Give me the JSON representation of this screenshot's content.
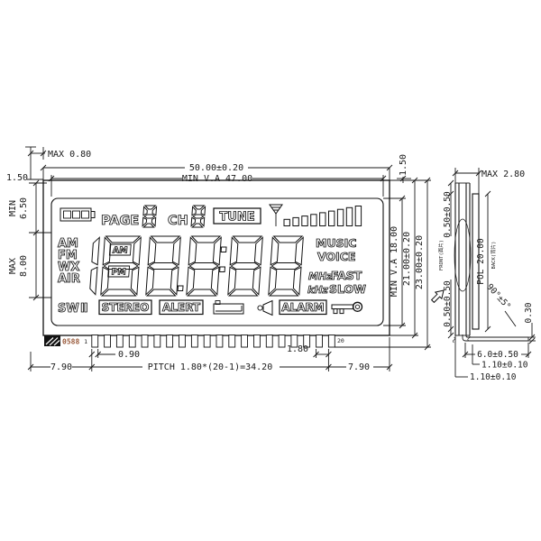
{
  "main": {
    "dim_max080": "MAX 0.80",
    "dim_width": "50.00±0.20",
    "dim_va_width": "MIN V.A 47.00",
    "dim_left150": "1.50",
    "dim_right150": "1.50",
    "dim_min_label": "MIN",
    "dim_min_val": "6.50",
    "dim_max_label": "MAX",
    "dim_max_val": "8.00",
    "dim_va_height": "MIN V.A 18.00",
    "dim_height": "21.00±0.20",
    "dim_height_total": "23.00±0.20",
    "dim_pin_width": "0.90",
    "dim_pin_pitch": "1.80",
    "dim_pitch_formula": "PITCH 1.80*(20-1)=34.20",
    "dim_margin_left": "7.90",
    "dim_margin_right": "7.90",
    "pin_first": "1",
    "pin_last": "20",
    "pin_count": 20,
    "logo_code": "0588"
  },
  "lcd": {
    "page": "PAGE",
    "ch": "CH",
    "tune": "TUNE",
    "page_digit": "8",
    "ch_digit": "8",
    "signal_bar_count": 9,
    "bands": [
      "AM",
      "FM",
      "WX",
      "AIR"
    ],
    "sw": "SW",
    "sw_numeral": "Ⅱ",
    "am": "AM",
    "pm": "PM",
    "digits": [
      "1",
      "8",
      "8",
      "8",
      "8"
    ],
    "music": "MUSIC",
    "voice": "VOICE",
    "mhz": "MHz",
    "fast": "FAST",
    "khz": "kHz",
    "slow": "SLOW",
    "stereo": "STEREO",
    "alert": "ALERT",
    "alarm": "ALARM"
  },
  "side": {
    "dim_max_thickness": "MAX 2.80",
    "dim_overhang_top": "0.50±0.50",
    "dim_overhang_bottom": "0.50±0.50",
    "front_label": "FRONT(面片)",
    "back_label": "BACK(背片)",
    "dim_pol": "POL 20.00",
    "dim_bend_angle": "90°±5°",
    "dim_pin_thk": "0.30",
    "dim_pin_len": "6.0±0.50",
    "dim_pin_d1": "1.10±0.10",
    "dim_pin_d2": "1.10±0.10"
  }
}
